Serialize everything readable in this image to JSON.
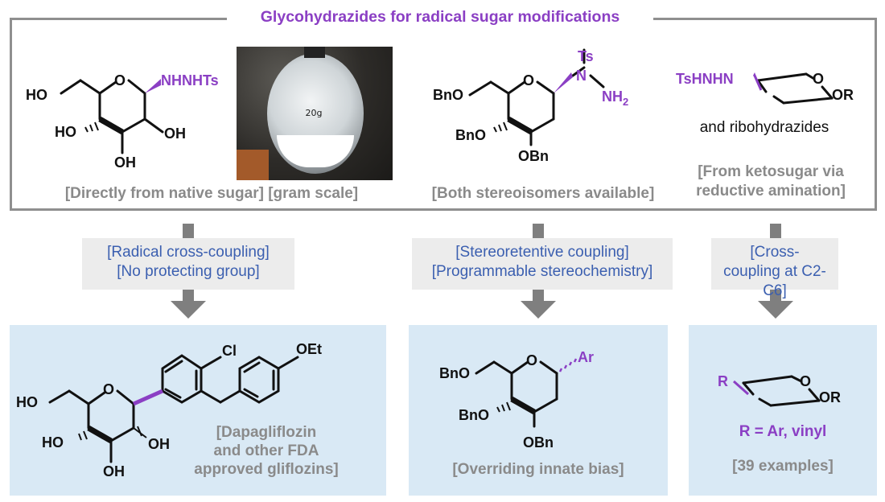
{
  "title": "Glycohydrazides for radical sugar modifications",
  "top": {
    "native": {
      "labels": {
        "ho_ch2": "HO",
        "ring_o": "O",
        "nhnhts": "NHNHTs",
        "ho_left": "HO",
        "oh_right": "OH",
        "oh_bottom": "OH"
      },
      "note": "[Directly from native sugar] [gram scale]"
    },
    "photo": {
      "label": "20g"
    },
    "deoxy": {
      "labels": {
        "bno_ch2": "BnO",
        "ring_o": "O",
        "ts": "Ts",
        "n": "N",
        "nh2": "NH",
        "nh2_sub": "2",
        "bno_left": "BnO",
        "obn_bottom": "OBn"
      },
      "note": "[Both stereoisomers available]"
    },
    "ribo": {
      "labels": {
        "tshnhn": "TsHNHN",
        "ring_o": "O",
        "or": "OR"
      },
      "caption": "and ribohydrazides",
      "note_line1": "[From ketosugar via",
      "note_line2": "reductive amination]"
    }
  },
  "conditions": {
    "left": [
      "[Radical cross-coupling]",
      "[No protecting group]"
    ],
    "middle": [
      "[Stereoretentive coupling]",
      "[Programmable stereochemistry]"
    ],
    "right": [
      "[Cross-",
      "coupling at C2-",
      "C6]"
    ]
  },
  "bottom": {
    "left": {
      "labels": {
        "ho_ch2": "HO",
        "ring_o": "O",
        "cl": "Cl",
        "oet": "OEt",
        "ho_left": "HO",
        "oh_right": "OH",
        "oh_bottom": "OH"
      },
      "note": [
        "[Dapagliflozin",
        "and other FDA",
        "approved gliflozins]"
      ]
    },
    "middle": {
      "labels": {
        "bno_ch2": "BnO",
        "ring_o": "O",
        "ar": "Ar",
        "bno_left": "BnO",
        "obn_bottom": "OBn"
      },
      "note": "[Overriding innate bias]"
    },
    "right": {
      "labels": {
        "r": "R",
        "ring_o": "O",
        "or": "OR"
      },
      "r_def": "R = Ar, vinyl",
      "note": "[39 examples]"
    }
  },
  "colors": {
    "accent_purple": "#8b3fc4",
    "note_gray": "#8a8a8a",
    "condition_blue": "#3b5fb0",
    "panel_blue": "#d9e9f5",
    "panel_gray": "#ececec",
    "arrow_gray": "#7f7f7f"
  }
}
